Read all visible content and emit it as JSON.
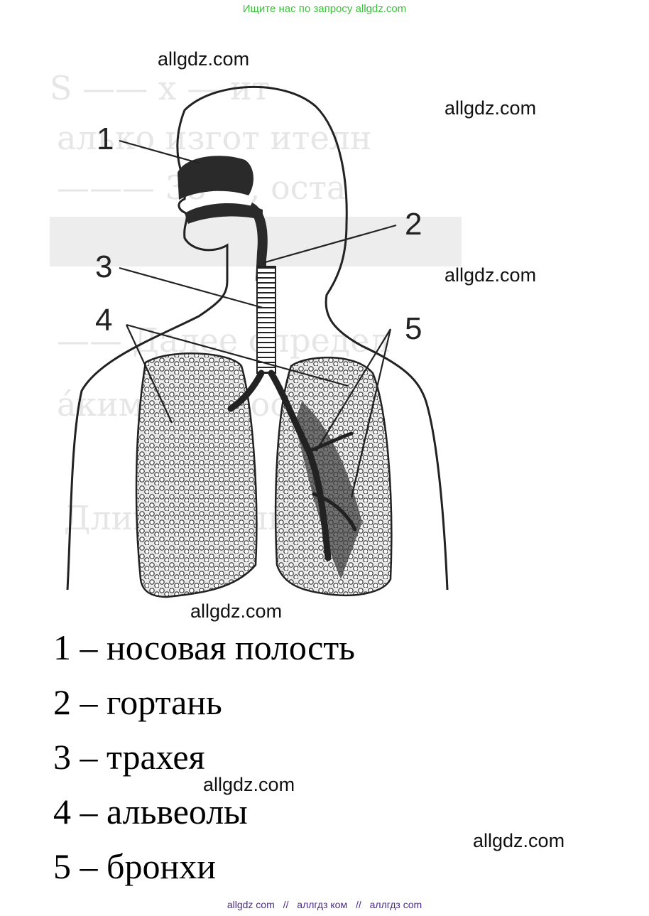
{
  "banner": {
    "text": "Ищите нас по запросу allgdz.com"
  },
  "watermarks": [
    "allgdz.com",
    "allgdz.com",
    "allgdz.com",
    "allgdz.com",
    "allgdz.com",
    "allgdz.com"
  ],
  "diagram": {
    "callouts": [
      "1",
      "2",
      "3",
      "4",
      "5"
    ]
  },
  "legend": [
    {
      "num": "1",
      "dash": "–",
      "text": "носовая полость"
    },
    {
      "num": "2",
      "dash": "–",
      "text": "гортань"
    },
    {
      "num": "3",
      "dash": "–",
      "text": "трахея"
    },
    {
      "num": "4",
      "dash": "–",
      "text": "альвеолы"
    },
    {
      "num": "5",
      "dash": "–",
      "text": "бронхи"
    }
  ],
  "footer": {
    "items": [
      "allgdz com",
      "аллгдз ком",
      "аллгдз com"
    ],
    "separator": "//"
  },
  "colors": {
    "banner": "#3cc13c",
    "footer": "#4b2a8a"
  }
}
